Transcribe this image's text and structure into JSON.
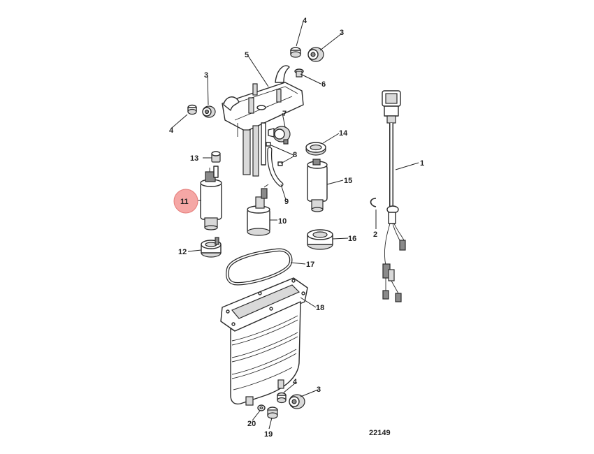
{
  "highlight_color": "#f5a7a5",
  "callouts": [
    {
      "id": "c1",
      "label": "1"
    },
    {
      "id": "c2",
      "label": "2"
    },
    {
      "id": "c3a",
      "label": "3"
    },
    {
      "id": "c3b",
      "label": "3"
    },
    {
      "id": "c3c",
      "label": "3"
    },
    {
      "id": "c4a",
      "label": "4"
    },
    {
      "id": "c4b",
      "label": "4"
    },
    {
      "id": "c4c",
      "label": "4"
    },
    {
      "id": "c5",
      "label": "5"
    },
    {
      "id": "c6",
      "label": "6"
    },
    {
      "id": "c7",
      "label": "7"
    },
    {
      "id": "c8",
      "label": "8"
    },
    {
      "id": "c9",
      "label": "9"
    },
    {
      "id": "c10",
      "label": "10"
    },
    {
      "id": "c11",
      "label": "11",
      "highlighted": true
    },
    {
      "id": "c12",
      "label": "12"
    },
    {
      "id": "c13",
      "label": "13"
    },
    {
      "id": "c14",
      "label": "14"
    },
    {
      "id": "c15",
      "label": "15"
    },
    {
      "id": "c16",
      "label": "16"
    },
    {
      "id": "c17",
      "label": "17"
    },
    {
      "id": "c18",
      "label": "18"
    },
    {
      "id": "c19",
      "label": "19"
    },
    {
      "id": "c20",
      "label": "20"
    }
  ],
  "reference_number": "22149"
}
